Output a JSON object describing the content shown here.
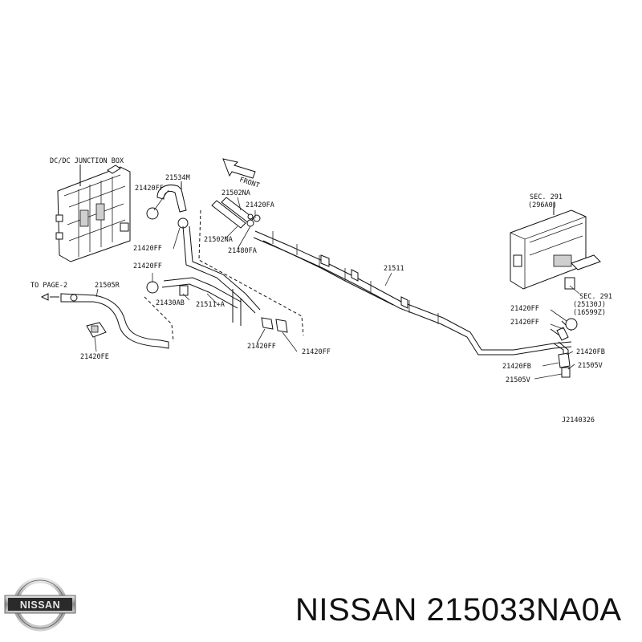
{
  "labels": {
    "junction_box": "DC/DC JUNCTION BOX",
    "front": "FRONT",
    "to_page": "TO PAGE-2",
    "sec291_top": "SEC. 291",
    "sec291_top_sub": "(296A0)",
    "sec291_side": "SEC. 291",
    "sec291_side_a": "(25130J)",
    "sec291_side_b": "(16599Z)",
    "p21534M": "21534M",
    "p21420FF_a": "21420FF",
    "p21420FF_b": "21420FF",
    "p21420FF_c": "21420FF",
    "p21420FF_d": "21420FF",
    "p21420FF_e": "21420FF",
    "p21420FF_f": "21420FF",
    "p21420FF_g": "21420FF",
    "p21502NA_a": "21502NA",
    "p21502NA_b": "21502NA",
    "p21420FA_a": "21420FA",
    "p21420FA_b": "21480FA",
    "p21505R": "21505R",
    "p21420FE": "21420FE",
    "p21430AB": "21430AB",
    "p21511A": "21511+A",
    "p21511": "21511",
    "p21420FB_a": "21420FB",
    "p21420FB_b": "21420FB",
    "p21505V_a": "21505V",
    "p21505V_b": "21505V",
    "drawing_no": "J2140326"
  },
  "brand": {
    "logo_text": "NISSAN",
    "title": "NISSAN 215033NA0A"
  }
}
